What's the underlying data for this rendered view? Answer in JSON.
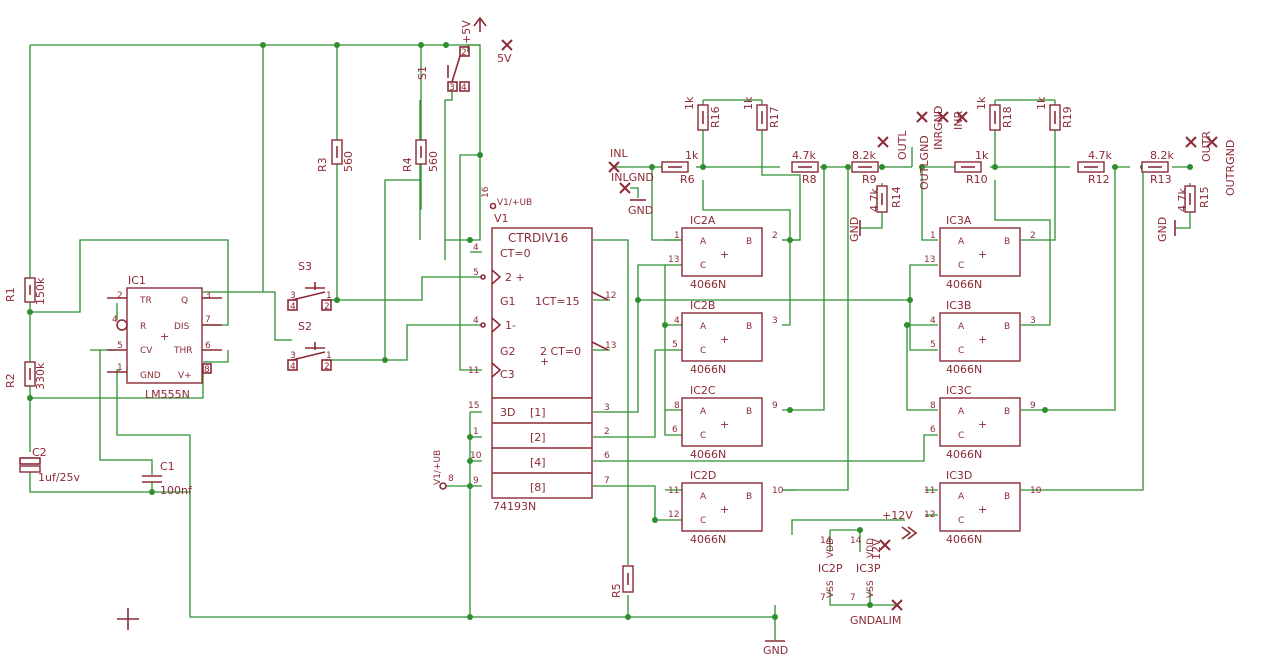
{
  "components": {
    "ic1": {
      "name": "IC1",
      "type": "LM555N",
      "pins": {
        "tr": "TR",
        "q": "Q",
        "r": "R",
        "dis": "DIS",
        "cv": "CV",
        "thr": "THR",
        "gnd": "GND",
        "vplus": "V+"
      },
      "numbers": [
        "2",
        "3",
        "4",
        "7",
        "5",
        "6",
        "1",
        "8"
      ]
    },
    "v1": {
      "name": "V1",
      "type": "CTRDIV16",
      "ref": "74193N",
      "labels": {
        "ct0": "CT=0",
        "up": "2 +",
        "g1": "G1",
        "ct15": "1CT=15",
        "down": "1-",
        "g2": "G2",
        "ct0b": "2 CT=0",
        "c3": "C3",
        "d3": "3D",
        "b1": "[1]",
        "b2": "[2]",
        "b4": "[4]",
        "b8": "[8]",
        "vcc": "V1/+UB",
        "vcc2": "V1/+UB"
      }
    },
    "r1": {
      "name": "R1",
      "value": "150k"
    },
    "r2": {
      "name": "R2",
      "value": "330k"
    },
    "r3": {
      "name": "R3",
      "value": "560"
    },
    "r4": {
      "name": "R4",
      "value": "560"
    },
    "r5": {
      "name": "R5"
    },
    "r6": {
      "name": "R6",
      "value": "1k"
    },
    "r8": {
      "name": "R8",
      "value": "4.7k"
    },
    "r9": {
      "name": "R9",
      "value": "8.2k"
    },
    "r10": {
      "name": "R10",
      "value": "1k"
    },
    "r12": {
      "name": "R12",
      "value": "4.7k"
    },
    "r13": {
      "name": "R13",
      "value": "8.2k"
    },
    "r14": {
      "name": "R14",
      "value": "4.7k"
    },
    "r15": {
      "name": "R15",
      "value": "4.7k"
    },
    "r16": {
      "name": "R16",
      "value": "1k"
    },
    "r17": {
      "name": "R17",
      "value": "1k"
    },
    "r18": {
      "name": "R18",
      "value": "1k"
    },
    "r19": {
      "name": "R19",
      "value": "1k"
    },
    "c1": {
      "name": "C1",
      "value": "100nf"
    },
    "c2": {
      "name": "C2",
      "value": "1uf/25v"
    },
    "s1": {
      "name": "S1"
    },
    "s2": {
      "name": "S2"
    },
    "s3": {
      "name": "S3"
    },
    "switches": {
      "ic2a": "IC2A",
      "ic2b": "IC2B",
      "ic2c": "IC2C",
      "ic2d": "IC2D",
      "ic3a": "IC3A",
      "ic3b": "IC3B",
      "ic3c": "IC3C",
      "ic3d": "IC3D",
      "type": "4066N",
      "a": "A",
      "b": "B",
      "c": "C"
    },
    "power": {
      "ic2p": "IC2P",
      "ic3p": "IC3P",
      "vdd": "VDD",
      "vss": "VSS",
      "p14": "14",
      "p7": "7"
    }
  },
  "nets": {
    "plus5v": "+5V",
    "five_v": "5V",
    "inl": "INL",
    "inlgnd": "INLGND",
    "inr": "INR",
    "inrgnd": "INRGND",
    "outl": "OUTL",
    "outlgnd": "OUTLGND",
    "outr": "OUTR",
    "outrgnd": "OUTRGND",
    "gnd": "GND",
    "gndalim": "GNDALIM",
    "plus12v": "+12V",
    "twelve_v": "12V"
  }
}
